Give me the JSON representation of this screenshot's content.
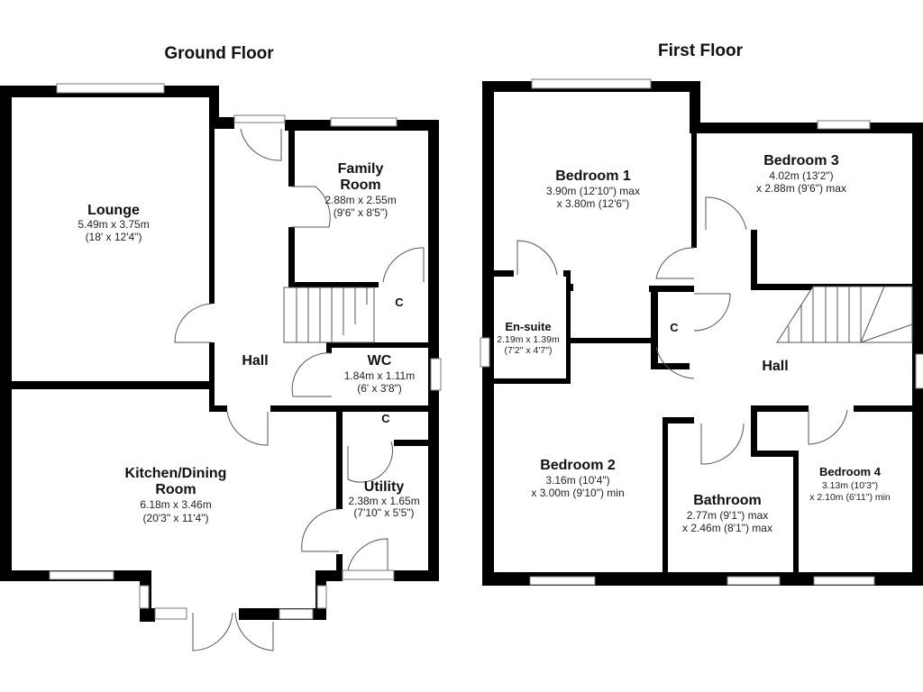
{
  "ground_floor": {
    "title": "Ground Floor",
    "rooms": {
      "lounge": {
        "name": "Lounge",
        "dim1": "5.49m x 3.75m",
        "dim2": "(18' x 12'4\")"
      },
      "family": {
        "name1": "Family",
        "name2": "Room",
        "dim1": "2.88m x 2.55m",
        "dim2": "(9'6\" x 8'5\")"
      },
      "cupboard": {
        "name": "C"
      },
      "hall": {
        "name": "Hall"
      },
      "wc": {
        "name": "WC",
        "dim1": "1.84m x 1.11m",
        "dim2": "(6' x 3'8\")"
      },
      "cupboard2": {
        "name": "C"
      },
      "kitchen": {
        "name1": "Kitchen/Dining",
        "name2": "Room",
        "dim1": "6.18m x 3.46m",
        "dim2": "(20'3\" x 11'4\")"
      },
      "utility": {
        "name": "Utility",
        "dim1": "2.38m x 1.65m",
        "dim2": "(7'10\" x 5'5\")"
      }
    }
  },
  "first_floor": {
    "title": "First Floor",
    "rooms": {
      "bedroom1": {
        "name": "Bedroom 1",
        "dim1": "3.90m (12'10\") max",
        "dim2": "x 3.80m (12'6\")"
      },
      "bedroom3": {
        "name": "Bedroom 3",
        "dim1": "4.02m (13'2\")",
        "dim2": "x 2.88m (9'6\") max"
      },
      "ensuite": {
        "name": "En-suite",
        "dim1": "2.19m x 1.39m",
        "dim2": "(7'2\" x 4'7\")"
      },
      "cupboard": {
        "name": "C"
      },
      "hall": {
        "name": "Hall"
      },
      "bedroom2": {
        "name": "Bedroom 2",
        "dim1": "3.16m (10'4\")",
        "dim2": "x 3.00m (9'10\") min"
      },
      "bathroom": {
        "name": "Bathroom",
        "dim1": "2.77m (9'1\") max",
        "dim2": "x 2.46m (8'1\") max"
      },
      "bedroom4": {
        "name": "Bedroom 4",
        "dim1": "3.13m (10'3\")",
        "dim2": "x 2.10m (6'11\") min"
      }
    }
  }
}
